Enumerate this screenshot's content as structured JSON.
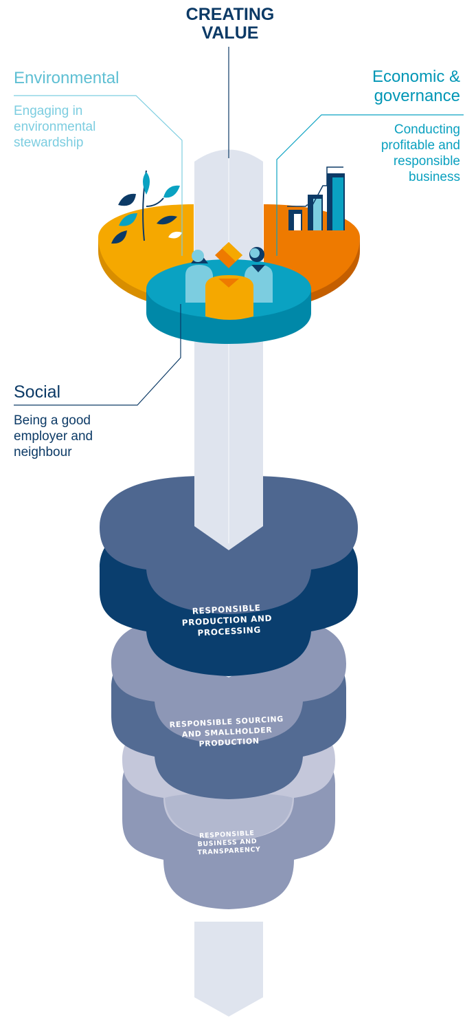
{
  "title": {
    "line1": "CREATING",
    "line2": "VALUE"
  },
  "environmental": {
    "heading": "Environmental",
    "body": [
      "Engaging in",
      "environmental",
      "stewardship"
    ]
  },
  "economic": {
    "heading": [
      "Economic &",
      "governance"
    ],
    "body": [
      "Conducting",
      "profitable and",
      "responsible",
      "business"
    ]
  },
  "social": {
    "heading": "Social",
    "body": [
      "Being a good",
      "employer and",
      "neighbour"
    ]
  },
  "pillars": [
    {
      "lines": [
        "RESPONSIBLE",
        "PRODUCTION AND",
        "PROCESSING"
      ]
    },
    {
      "lines": [
        "RESPONSIBLE SOURCING",
        "AND SMALLHOLDER",
        "PRODUCTION"
      ]
    },
    {
      "lines": [
        "RESPONSIBLE",
        "BUSINESS AND",
        "TRANSPARENCY"
      ]
    }
  ],
  "colors": {
    "navy": "#0c3a66",
    "env": "#f5a800",
    "econ": "#ee7a00",
    "social": "#0aa2c2",
    "shaft": "#dfe4ee",
    "disc1_top": "#4e6790",
    "disc1_side": "#0a3e6e",
    "disc2_top": "#8d97b6",
    "disc2_side": "#536b93",
    "disc3_top": "#c4c7da",
    "disc3_side": "#8e98b7"
  }
}
